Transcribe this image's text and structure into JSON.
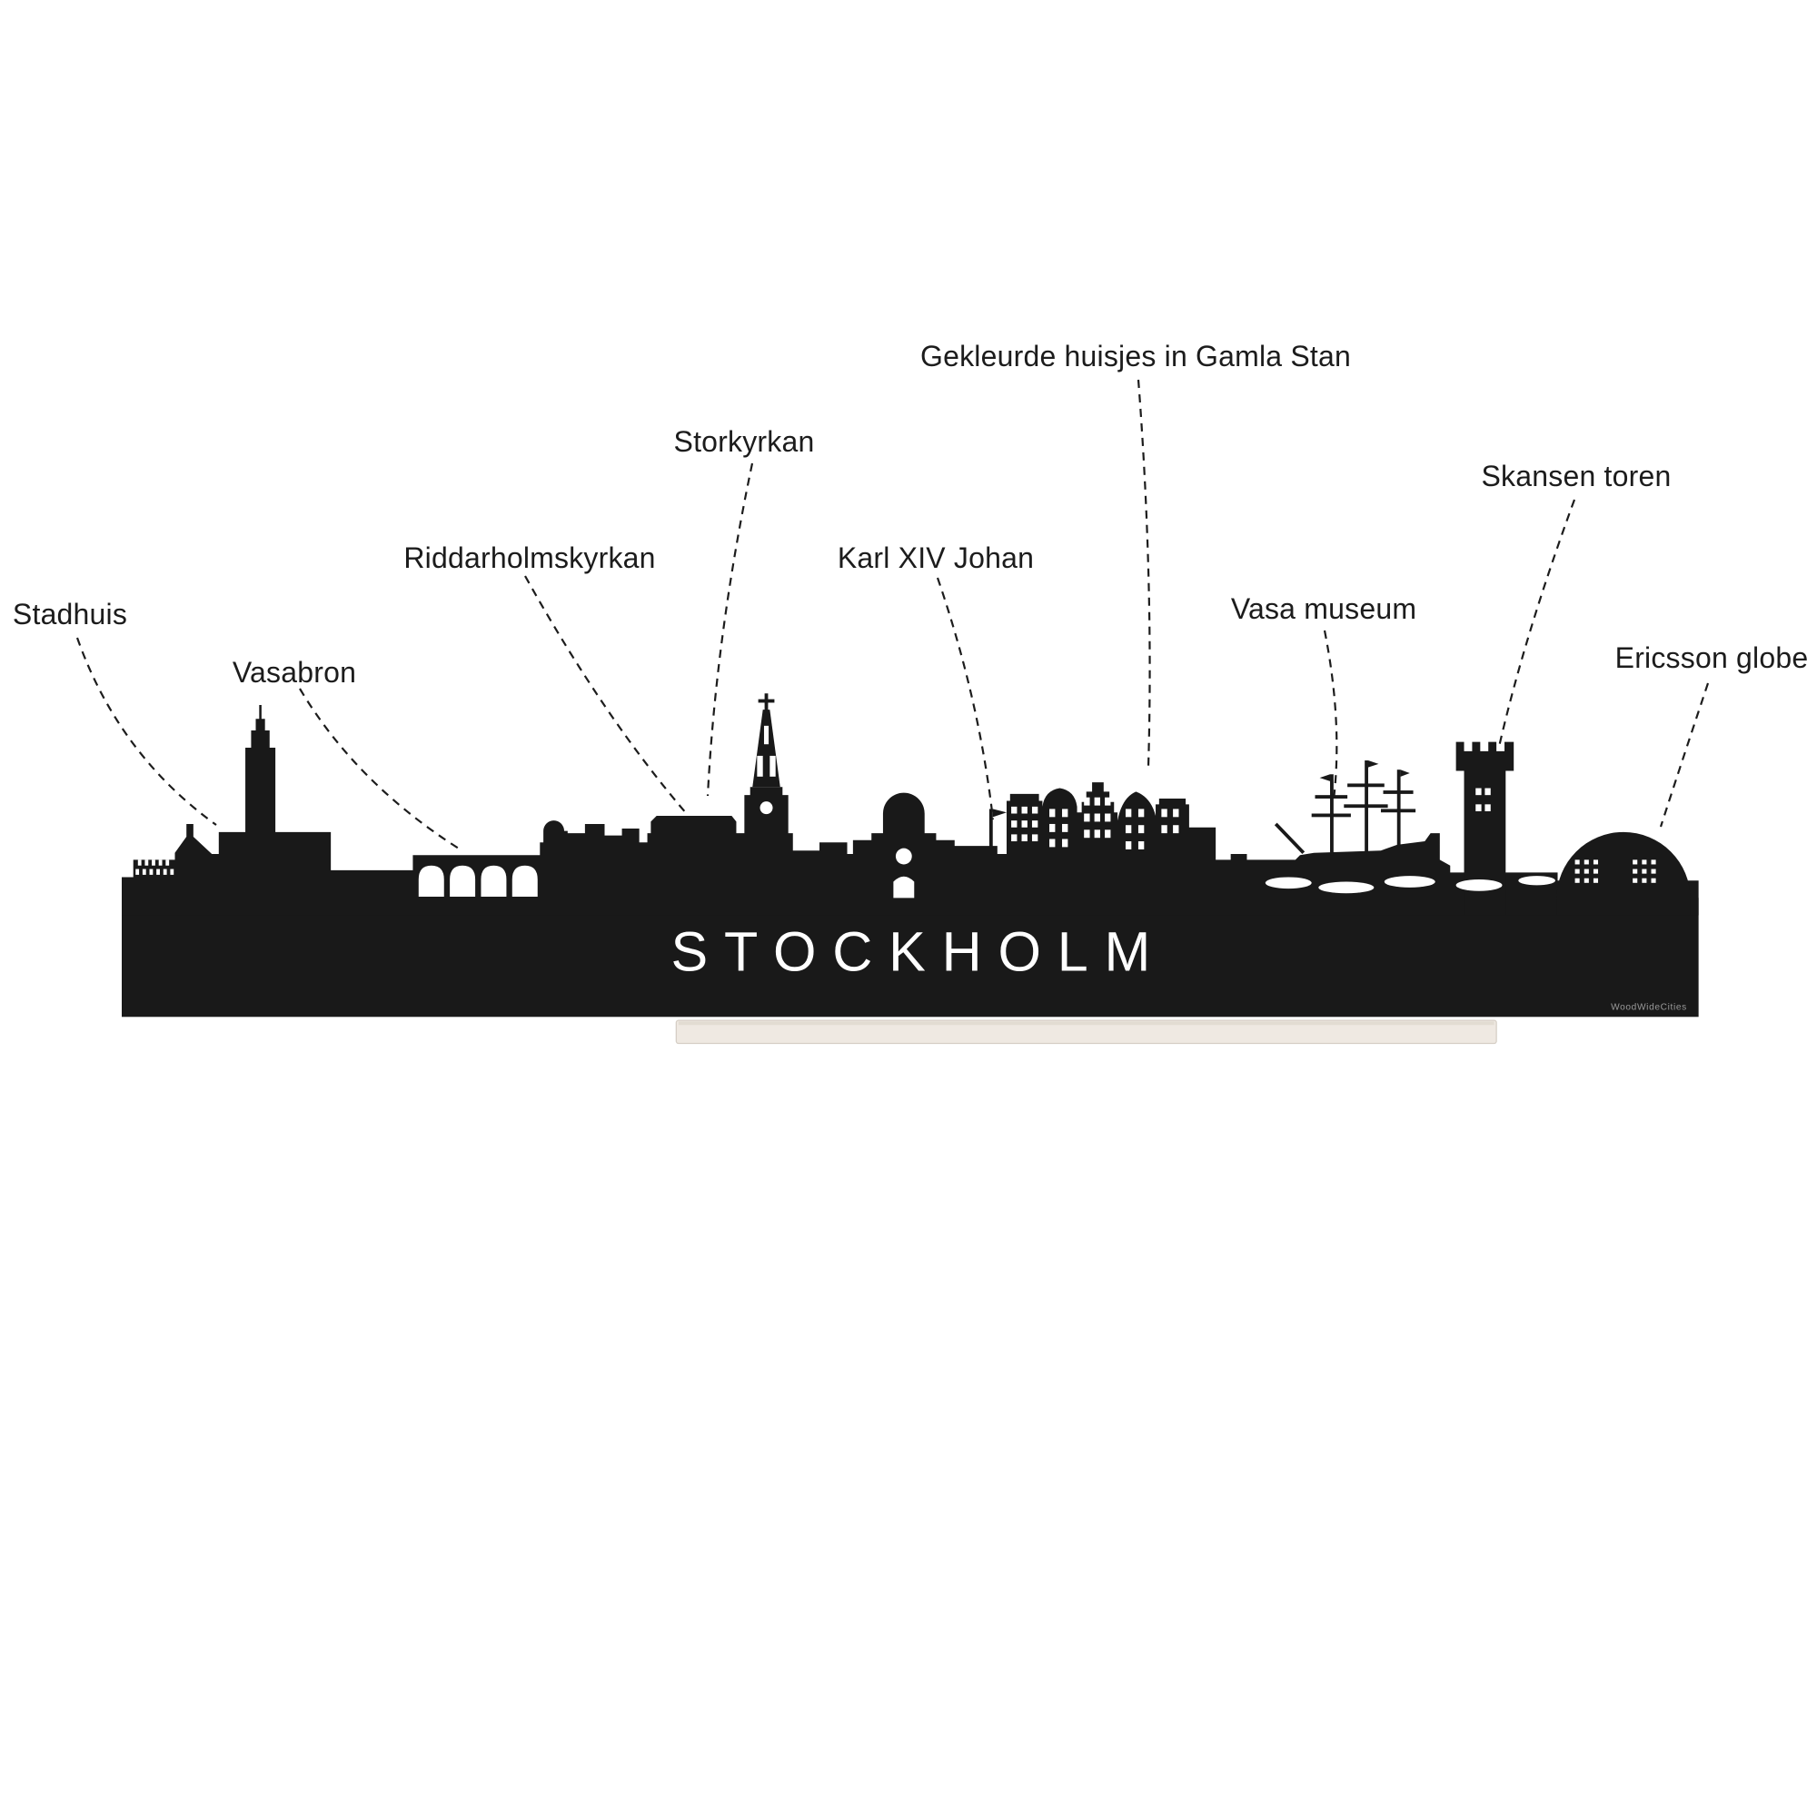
{
  "page": {
    "background_color": "#ffffff",
    "silhouette_color": "#191919",
    "stand_color": "#efe9e2",
    "label_color": "#1c1c1c"
  },
  "skyline": {
    "city_name": "STOCKHOLM",
    "watermark": "WoodWideCities"
  },
  "annotations": [
    {
      "id": "stadhuis",
      "label": "Stadhuis"
    },
    {
      "id": "vasabron",
      "label": "Vasabron"
    },
    {
      "id": "riddarholmskyrkan",
      "label": "Riddarholmskyrkan"
    },
    {
      "id": "storkyrkan",
      "label": "Storkyrkan"
    },
    {
      "id": "karl-xiv-johan",
      "label": "Karl XIV Johan"
    },
    {
      "id": "gamla-stan",
      "label": "Gekleurde huisjes in Gamla Stan"
    },
    {
      "id": "vasa-museum",
      "label": "Vasa museum"
    },
    {
      "id": "skansen-toren",
      "label": "Skansen toren"
    },
    {
      "id": "ericsson-globe",
      "label": "Ericsson globe"
    }
  ]
}
